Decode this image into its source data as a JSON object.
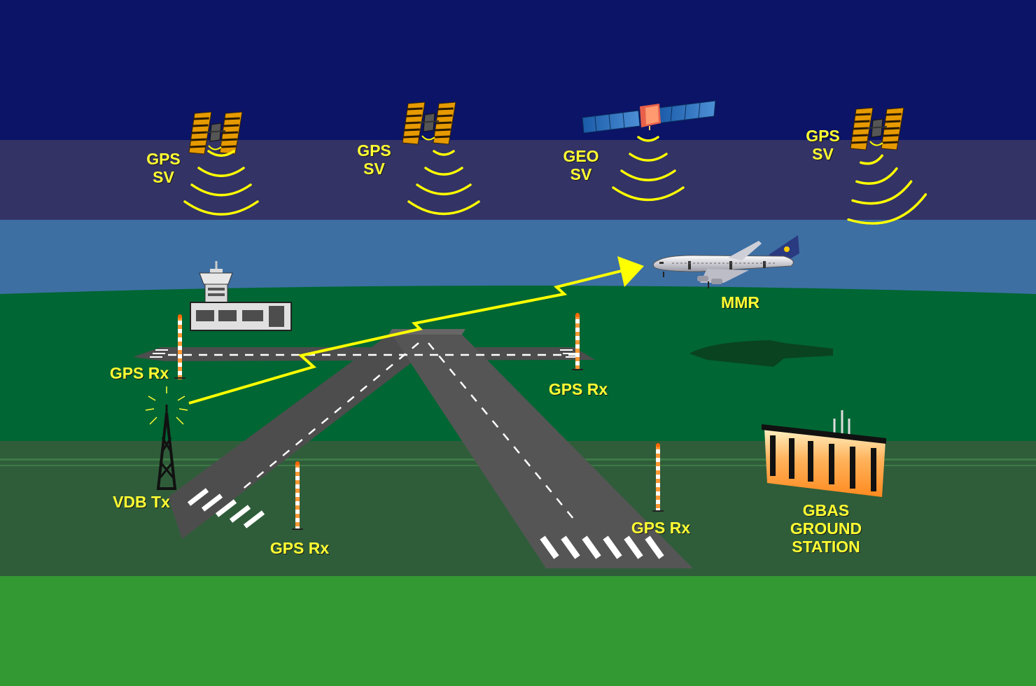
{
  "colors": {
    "sky_top": "#0b1466",
    "sky_band": "#333366",
    "sky_low": "#3d6fa3",
    "ground_far": "#006633",
    "ground_mid": "#2f5d3a",
    "ground_near": "#339933",
    "runway": "#4d4d4d",
    "label": "#ffff33",
    "signal": "#ffff00",
    "station": "#ff9933"
  },
  "labels": {
    "sv1": [
      "GPS",
      "SV"
    ],
    "sv2": [
      "GPS",
      "SV"
    ],
    "geo": [
      "GEO",
      "SV"
    ],
    "sv4": [
      "GPS",
      "SV"
    ],
    "mmr": "MMR",
    "rx_left": "GPS Rx",
    "rx_right": "GPS Rx",
    "rx_bottom_left": "GPS Rx",
    "rx_bottom_right": "GPS Rx",
    "vdb": "VDB Tx",
    "gbas": [
      "GBAS",
      "GROUND",
      "STATION"
    ]
  },
  "icons": {
    "gps_satellite": "gps-satellite-icon",
    "geo_satellite": "geo-satellite-icon",
    "aircraft": "aircraft-icon",
    "control_tower": "control-tower-icon",
    "antenna": "gps-antenna-icon",
    "vdb_tower": "vdb-tower-icon",
    "ground_station": "ground-station-icon"
  }
}
